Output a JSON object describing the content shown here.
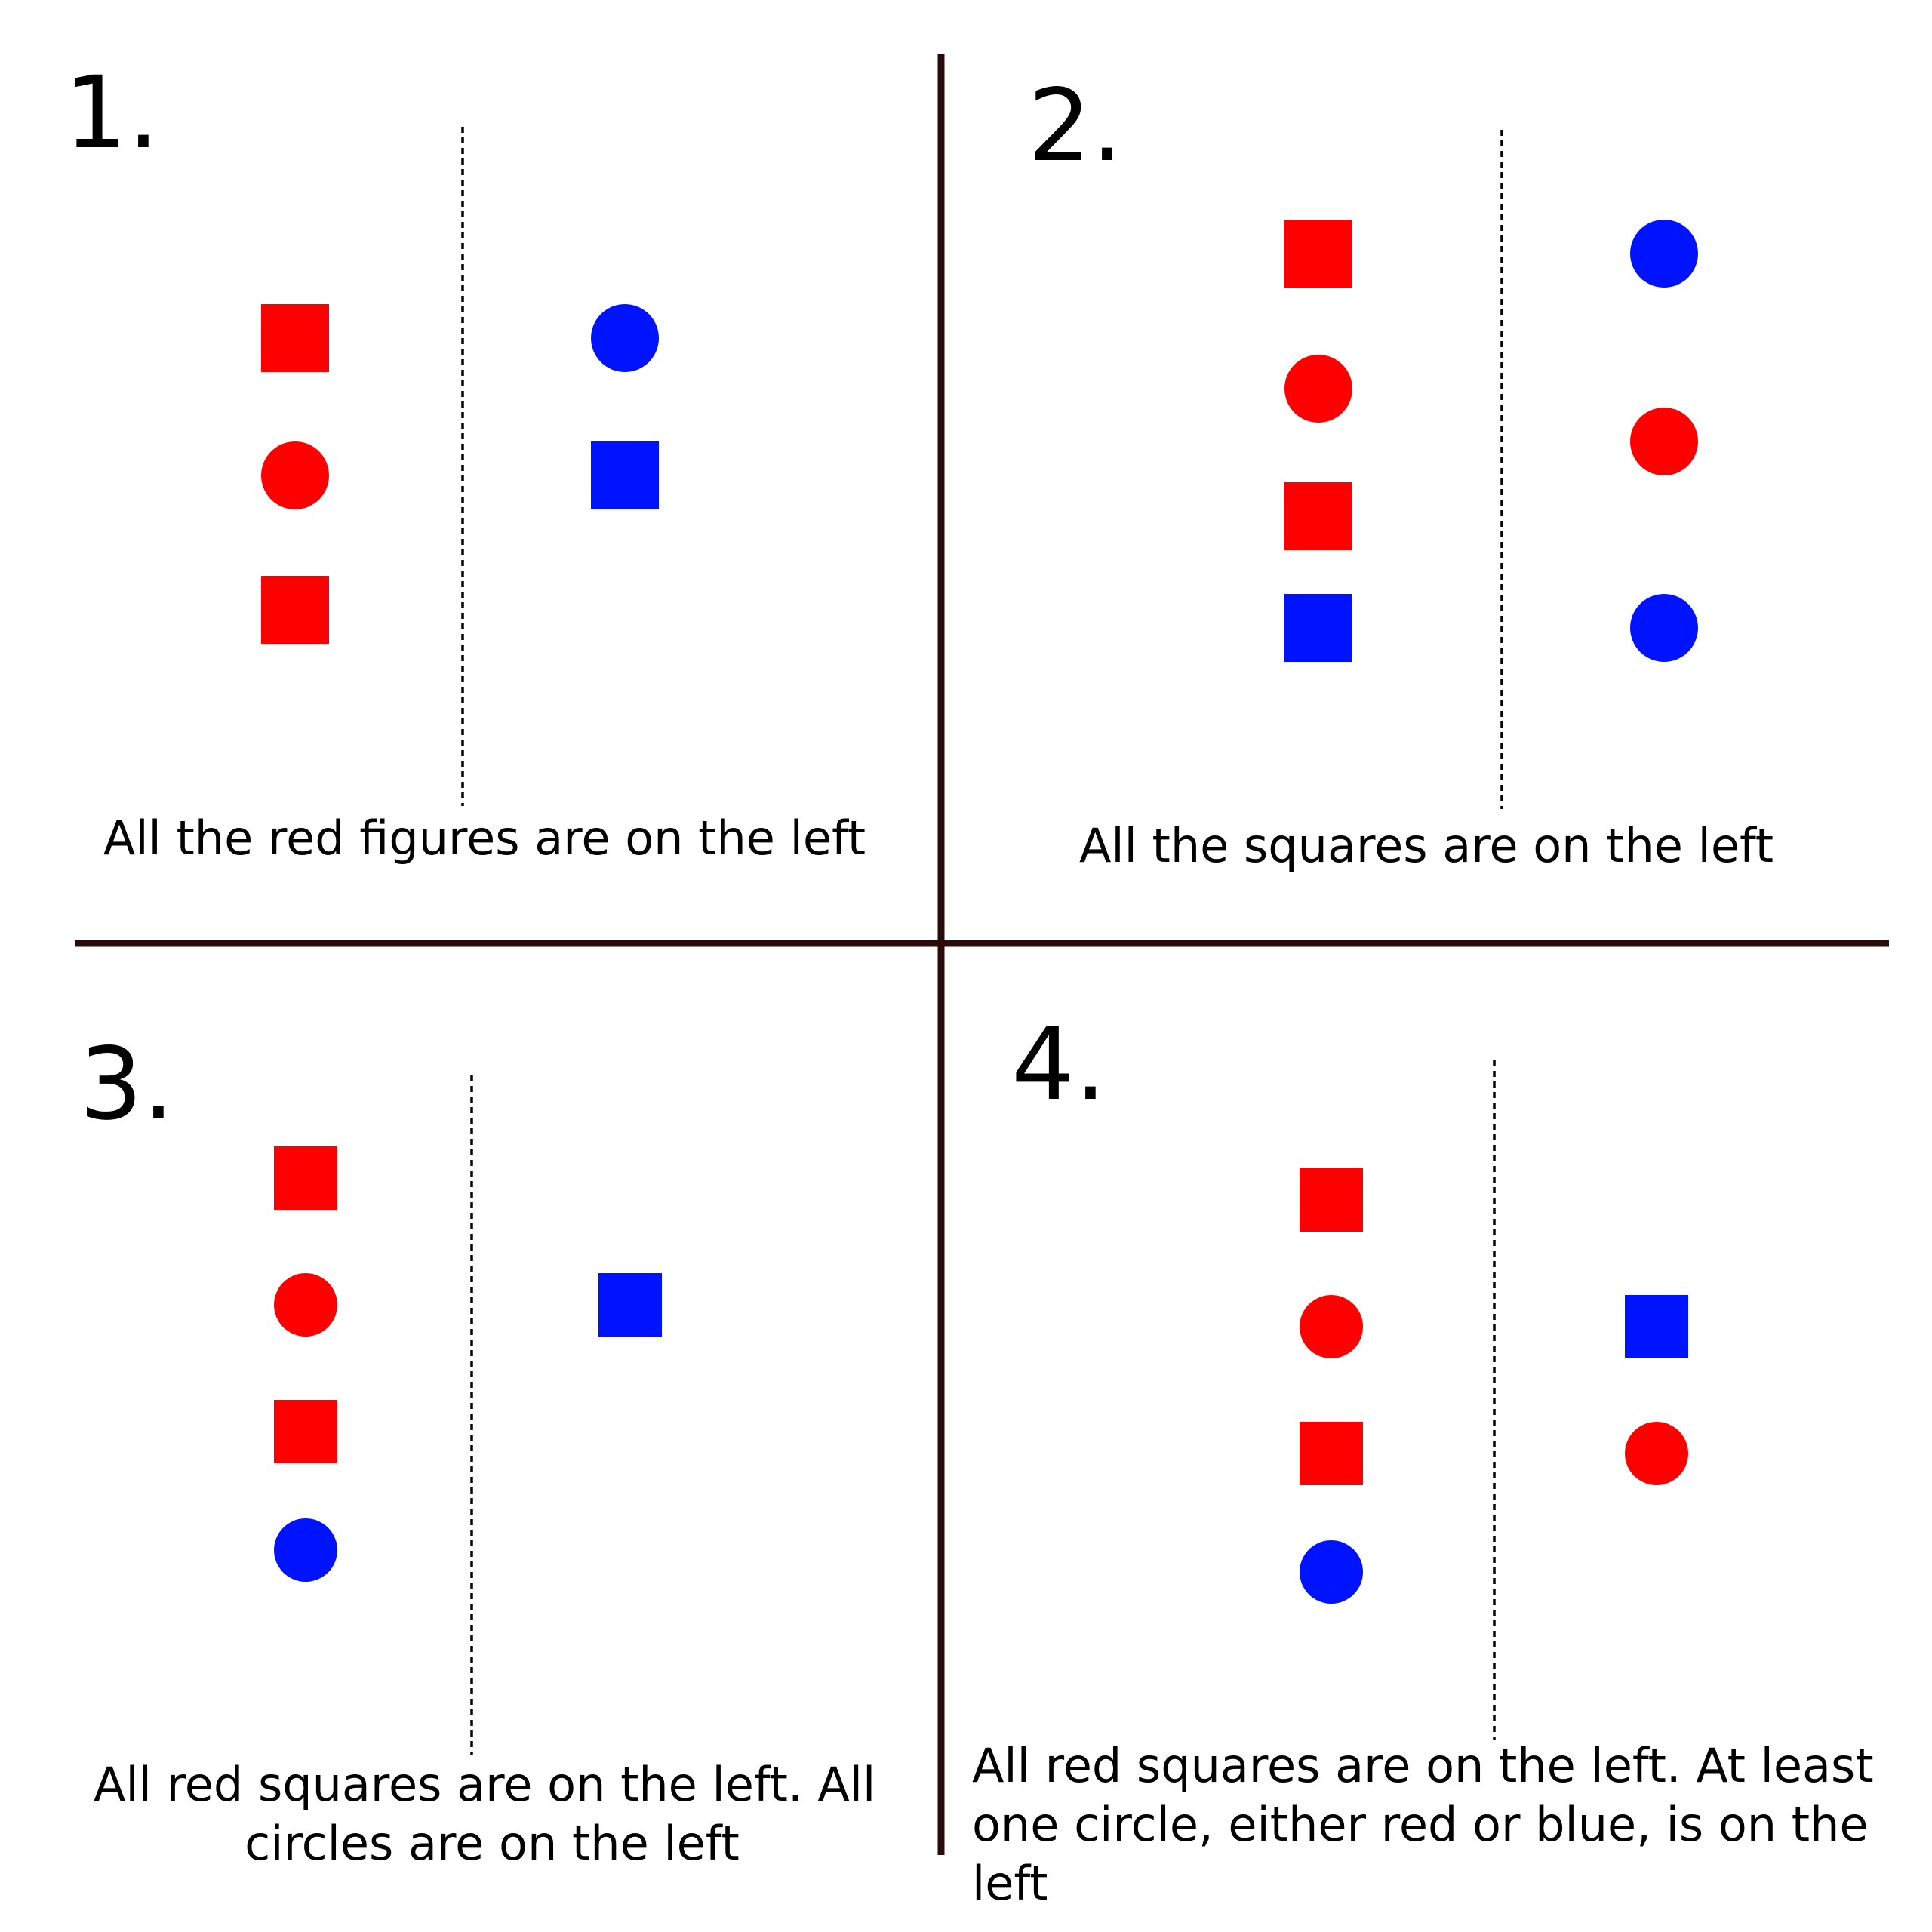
{
  "colors": {
    "red": "#ff0000",
    "blue": "#0013ff",
    "divider": "#2a0a0a"
  },
  "panels": [
    {
      "number": "1.",
      "caption_lines": [
        "All the red figures are on the left"
      ],
      "left": [
        {
          "shape": "square",
          "color": "red"
        },
        {
          "shape": "circle",
          "color": "red"
        },
        {
          "shape": "square",
          "color": "red"
        }
      ],
      "right": [
        {
          "shape": "circle",
          "color": "blue"
        },
        {
          "shape": "square",
          "color": "blue"
        }
      ]
    },
    {
      "number": "2.",
      "caption_lines": [
        "All the squares are on the left"
      ],
      "left": [
        {
          "shape": "square",
          "color": "red"
        },
        {
          "shape": "circle",
          "color": "red"
        },
        {
          "shape": "square",
          "color": "red"
        },
        {
          "shape": "square",
          "color": "blue"
        }
      ],
      "right": [
        {
          "shape": "circle",
          "color": "blue"
        },
        {
          "shape": "circle",
          "color": "red"
        },
        {
          "shape": "circle",
          "color": "blue"
        }
      ]
    },
    {
      "number": "3.",
      "caption_lines": [
        "All red squares are on the left. All",
        "circles are on the left"
      ],
      "left": [
        {
          "shape": "square",
          "color": "red"
        },
        {
          "shape": "circle",
          "color": "red"
        },
        {
          "shape": "square",
          "color": "red"
        },
        {
          "shape": "circle",
          "color": "blue"
        }
      ],
      "right": [
        {
          "shape": "square",
          "color": "blue"
        }
      ]
    },
    {
      "number": "4.",
      "caption_lines": [
        "All red squares are on the left. At least",
        "one circle, either red or blue, is on the",
        "left"
      ],
      "left": [
        {
          "shape": "square",
          "color": "red"
        },
        {
          "shape": "circle",
          "color": "red"
        },
        {
          "shape": "square",
          "color": "red"
        },
        {
          "shape": "circle",
          "color": "blue"
        }
      ],
      "right": [
        {
          "shape": "square",
          "color": "blue"
        },
        {
          "shape": "circle",
          "color": "red"
        }
      ]
    }
  ]
}
